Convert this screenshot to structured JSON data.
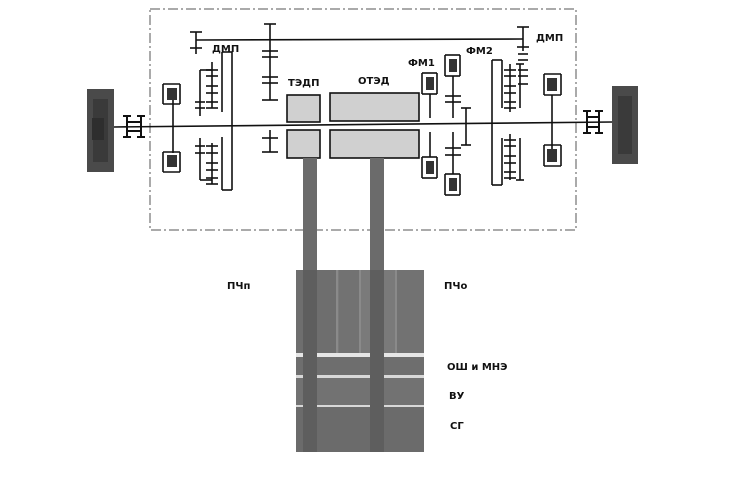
{
  "labels": {
    "dmp_left": "ДМП",
    "dmp_right": "ДМП",
    "tedp": "ТЭДП",
    "oted": "ОТЭД",
    "fm1": "ФМ1",
    "fm2": "ФМ2",
    "pch_p": "ПЧп",
    "pch_o": "ПЧо",
    "osh_mne": "ОШ  и МНЭ",
    "vu": "ВУ",
    "sg": "СГ"
  },
  "colors": {
    "line": "#111111",
    "frame": "#555555",
    "motor_fill": "#d0d0d0",
    "cabinet": "#6b6b6b",
    "cabinet_light": "#7a7a7a",
    "wheel": "#4a4a4a"
  }
}
